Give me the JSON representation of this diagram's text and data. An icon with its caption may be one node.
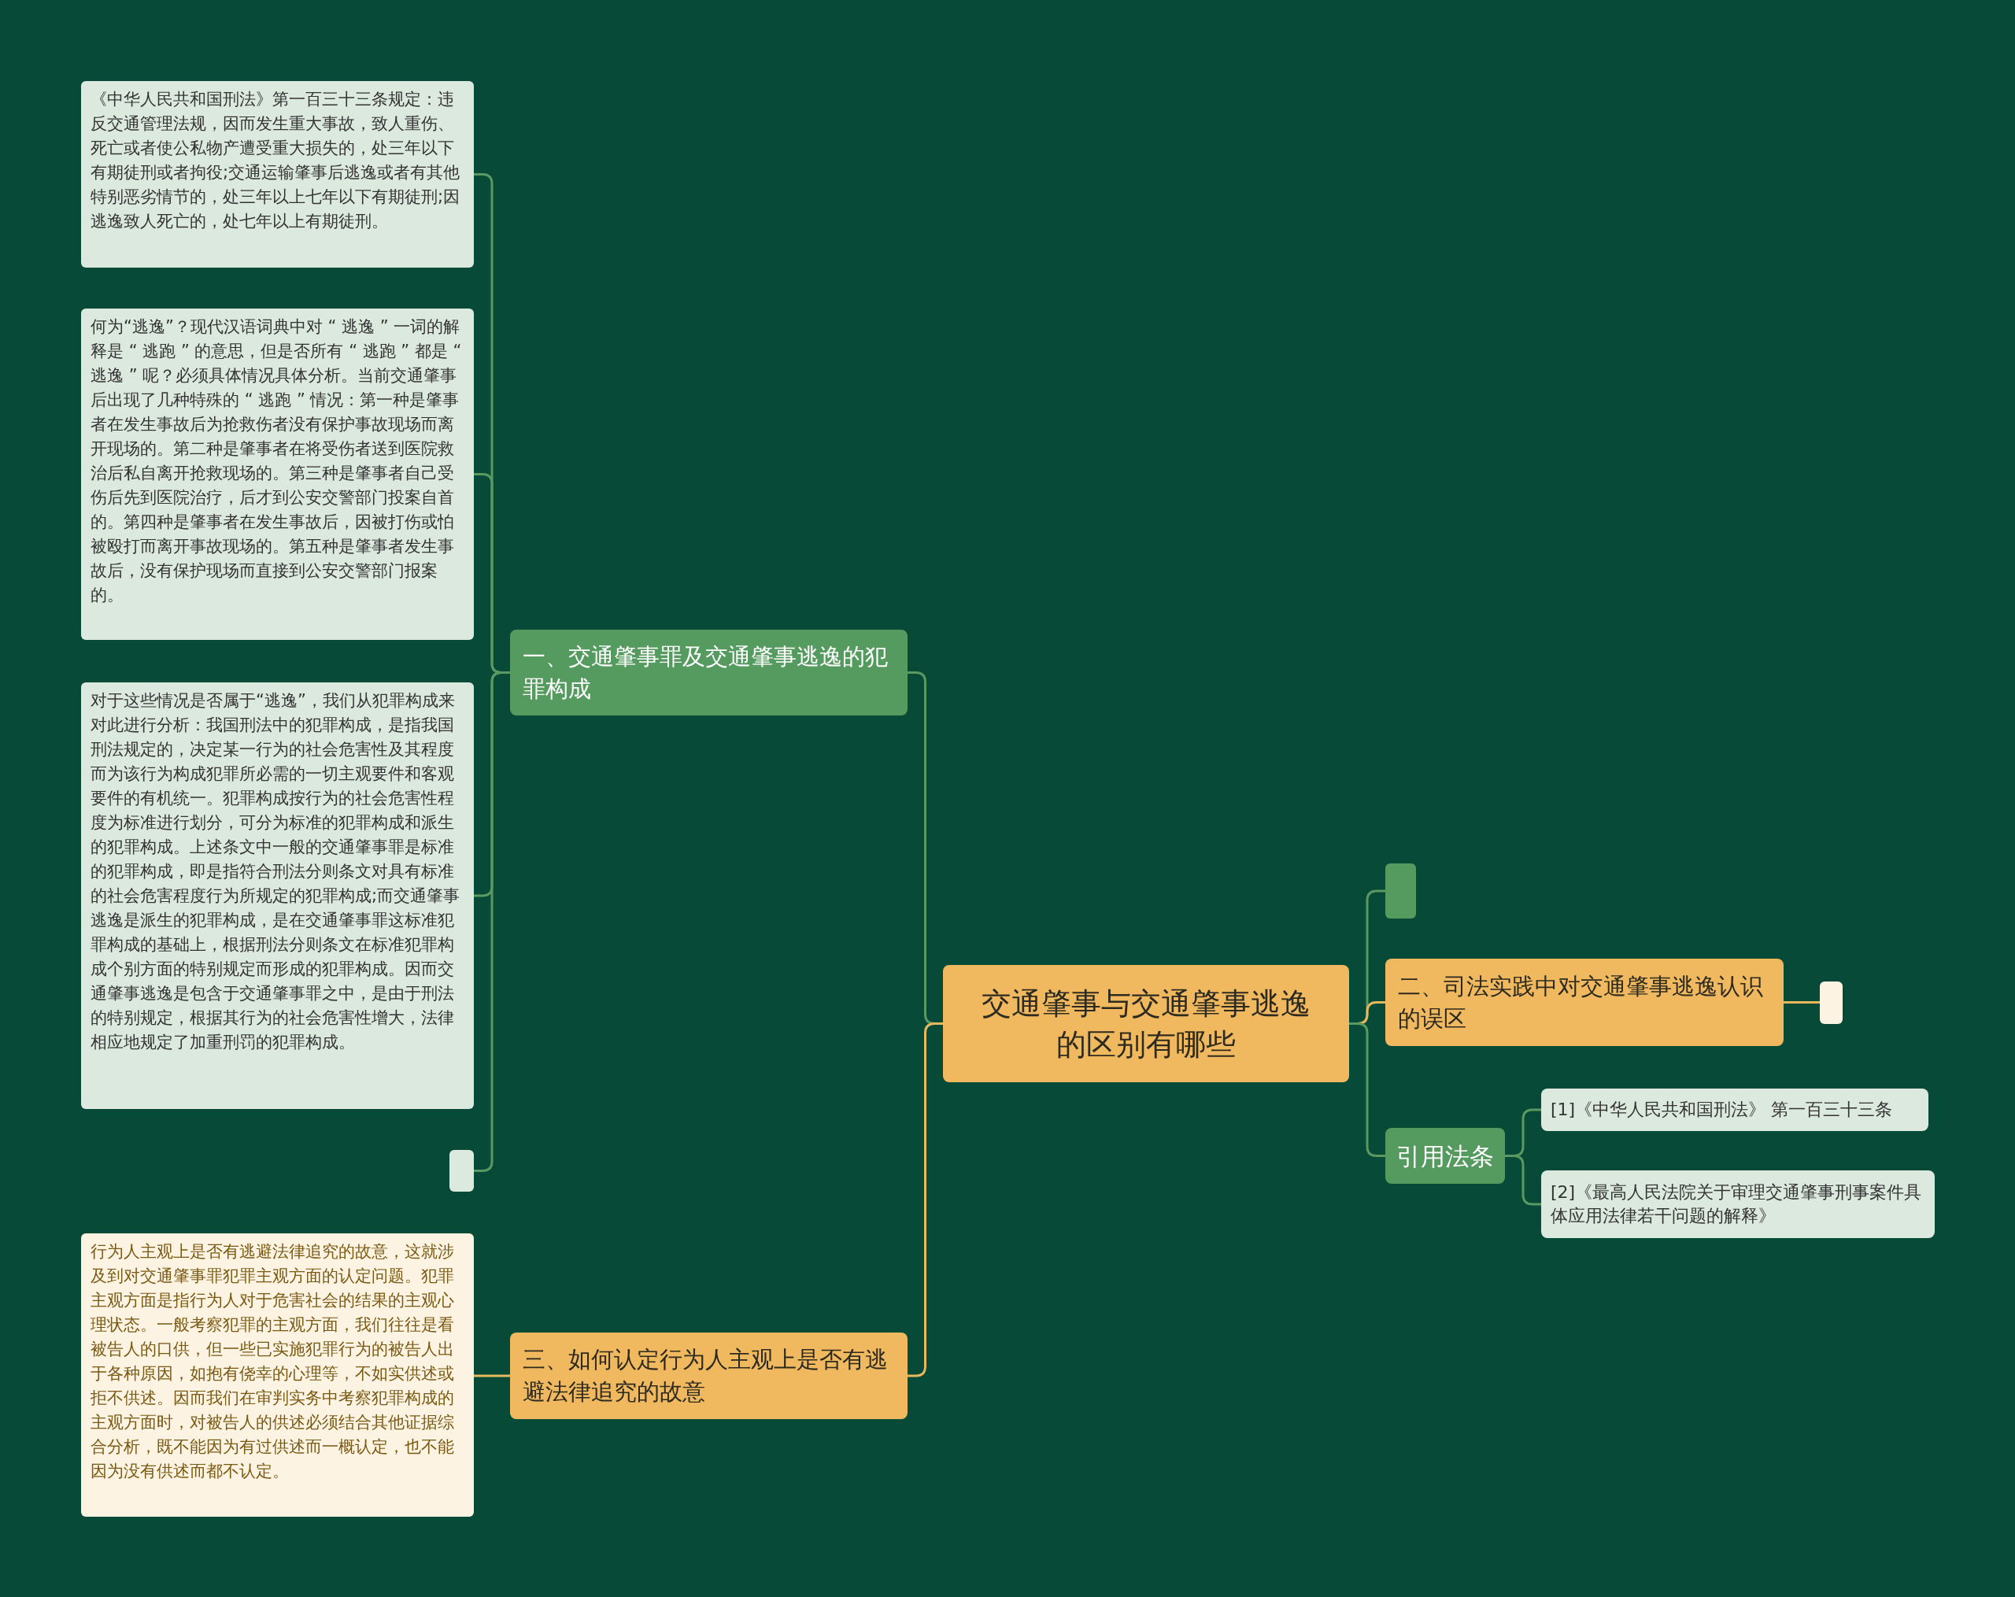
{
  "diagram": {
    "nodes": [
      {
        "text": [
          "交通肇事与交通肇事逃逸的区别有哪些"
        ]
      },
      {
        "text": [
          "一、交通肇事罪及交通肇事逃逸的犯罪构成"
        ]
      },
      {
        "text": [
          "《中华人民共和国刑法》第一百三十三条规定：违反交通管理法规，因而发生重大事故，致人重伤、死亡或者使公私物产遭受重大损失的，处三年以下有期徒刑或者拘役;交通运输肇事后逃逸或者有其他特别恶劣情节的，处三年以上七年以下有期徒刑;因逃逸致人死亡的，处七年以上有期徒刑。"
        ]
      },
      {
        "text": [
          "何为“逃逸”？现代汉语词典中对 “ 逃逸 ” 一词的解释是 “ 逃跑 ” 的意思，但是否所有 “ 逃跑 ” 都是 “ 逃逸 ” 呢？必须具体情况具体分析。当前交通肇事后出现了几种特殊的 “ 逃跑 ” 情况：第一种是肇事者在发生事故后为抢救伤者没有保护事故现场而离开现场的。第二种是肇事者在将受伤者送到医院救治后私自离开抢救现场的。第三种是肇事者自己受伤后先到医院治疗，后才到公安交警部门投案自首的。第四种是肇事者在发生事故后，因被打伤或怕被殴打而离开事故现场的。第五种是肇事者发生事故后，没有保护现场而直接到公安交警部门报案的。"
        ]
      },
      {
        "text": [
          "对于这些情况是否属于“逃逸”，我们从犯罪构成来对此进行分析：我国刑法中的犯罪构成，是指我国刑法规定的，决定某一行为的社会危害性及其程度而为该行为构成犯罪所必需的一切主观要件和客观要件的有机统一。犯罪构成按行为的社会危害性程度为标准进行划分，可分为标准的犯罪构成和派生的犯罪构成。上述条文中一般的交通肇事罪是标准的犯罪构成，即是指符合刑法分则条文对具有标准的社会危害程度行为所规定的犯罪构成;而交通肇事逃逸是派生的犯罪构成，是在交通肇事罪这标准犯罪构成的基础上，根据刑法分则条文在标准犯罪构成个别方面的特别规定而形成的犯罪构成。因而交通肇事逃逸是包含于交通肇事罪之中，是由于刑法的特别规定，根据其行为的社会危害性增大，法律相应地规定了加重刑罚的犯罪构成。"
        ]
      },
      {
        "text": [],
        "shape": "box"
      },
      {
        "text": [
          "三、如何认定行为人主观上是否有逃避法律追究的故意"
        ]
      },
      {
        "text": [
          "行为人主观上是否有逃避法律追究的故意，这就涉及到对交通肇事罪犯罪主观方面的认定问题。犯罪主观方面是指行为人对于危害社会的结果的主观心理状态。一般考察犯罪的主观方面，我们往往是看被告人的口供，但一些已实施犯罪行为的被告人出于各种原因，如抱有侥幸的心理等，不如实供述或拒不供述。因而我们在审判实务中考察犯罪构成的主观方面时，对被告人的供述必须结合其他证据综合分析，既不能因为有过供述而一概认定，也不能因为没有供述而都不认定。"
        ]
      },
      {
        "text": [],
        "shape": "box"
      },
      {
        "text": [
          "二、司法实践中对交通肇事逃逸认识的误区"
        ]
      },
      {
        "text": [],
        "shape": "box"
      },
      {
        "text": [
          "引用法条"
        ]
      },
      {
        "text": [
          "[1]《中华人民共和国刑法》 第一百三十三条"
        ]
      },
      {
        "text": [
          "[2]《最高人民法院关于审理交通肇事刑事案件具体应用法律若干问题的解释》"
        ]
      }
    ],
    "edges": [
      {
        "from": 0,
        "to": 1,
        "arrow": "none"
      },
      {
        "from": 1,
        "to": 2,
        "arrow": "none"
      },
      {
        "from": 1,
        "to": 3,
        "arrow": "none"
      },
      {
        "from": 1,
        "to": 4,
        "arrow": "none"
      },
      {
        "from": 1,
        "to": 5,
        "arrow": "none"
      },
      {
        "from": 0,
        "to": 6,
        "arrow": "none",
        "color": "#e9b75c"
      },
      {
        "from": 6,
        "to": 7,
        "arrow": "none",
        "color": "#e9b75c"
      },
      {
        "from": 0,
        "to": 8,
        "arrow": "none"
      },
      {
        "from": 0,
        "to": 9,
        "arrow": "none",
        "color": "#e9b75c"
      },
      {
        "from": 9,
        "to": 10,
        "arrow": "none",
        "color": "#e9b75c"
      },
      {
        "from": 0,
        "to": 11,
        "arrow": "none"
      },
      {
        "from": 11,
        "to": 12,
        "arrow": "none"
      },
      {
        "from": 11,
        "to": 13,
        "arrow": "none"
      }
    ]
  }
}
